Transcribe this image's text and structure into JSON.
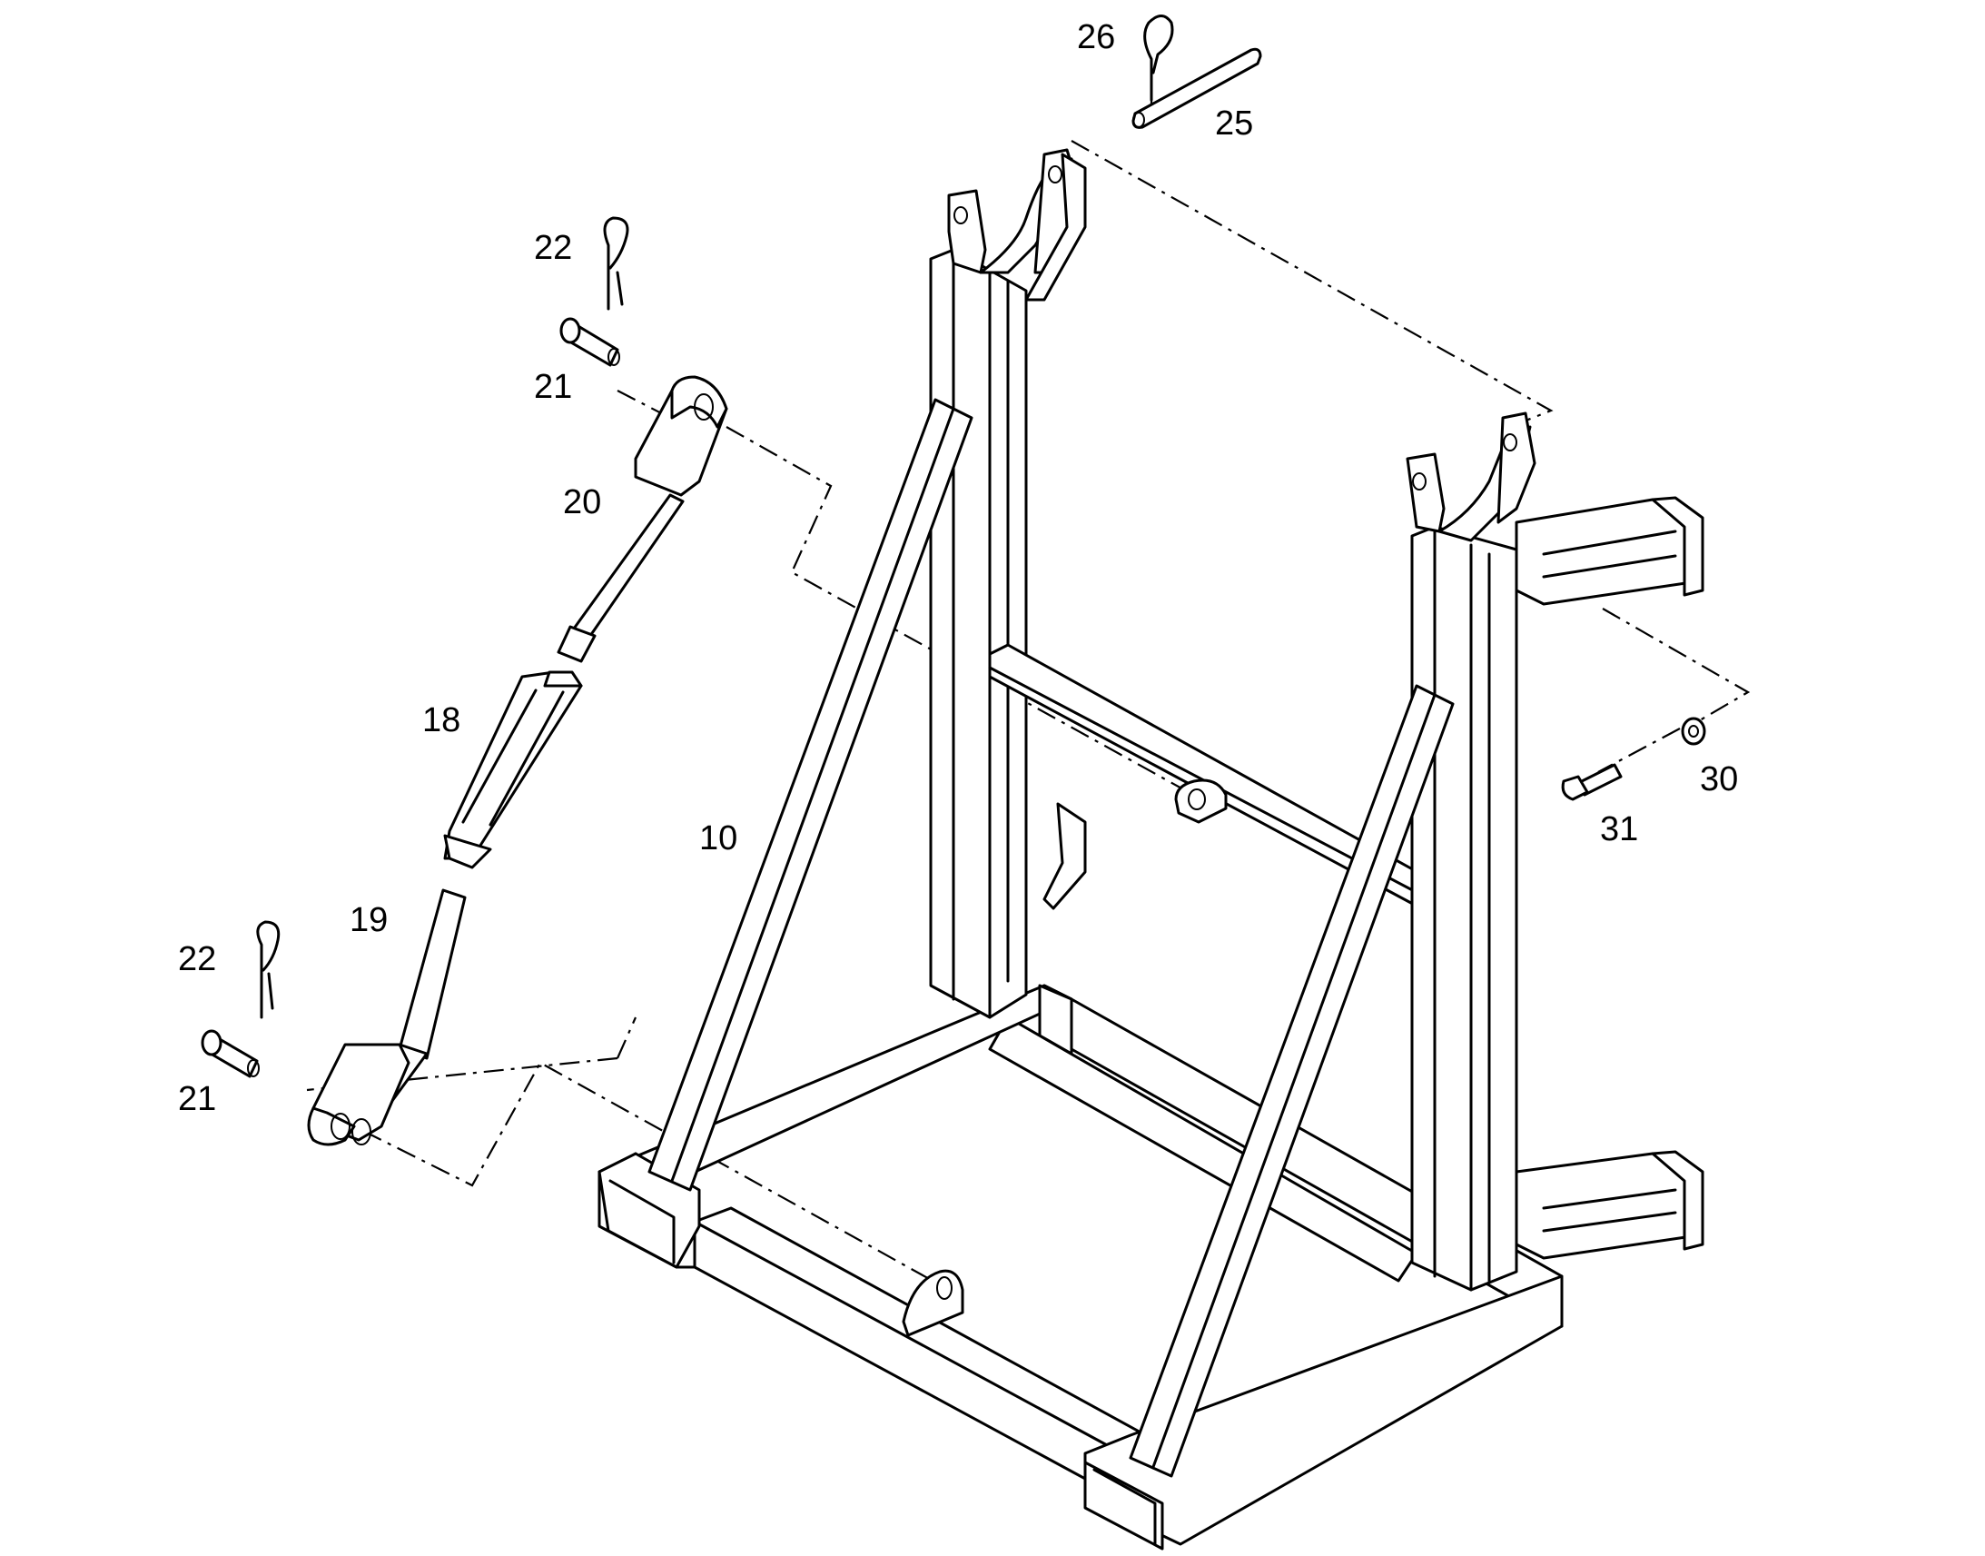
{
  "callouts": {
    "c10": "10",
    "c18": "18",
    "c19": "19",
    "c20": "20",
    "c21_top": "21",
    "c21_bottom": "21",
    "c22_top": "22",
    "c22_bottom": "22",
    "c25": "25",
    "c26": "26",
    "c30": "30",
    "c31": "31"
  },
  "colors": {
    "line": "#000000",
    "background": "#ffffff"
  }
}
